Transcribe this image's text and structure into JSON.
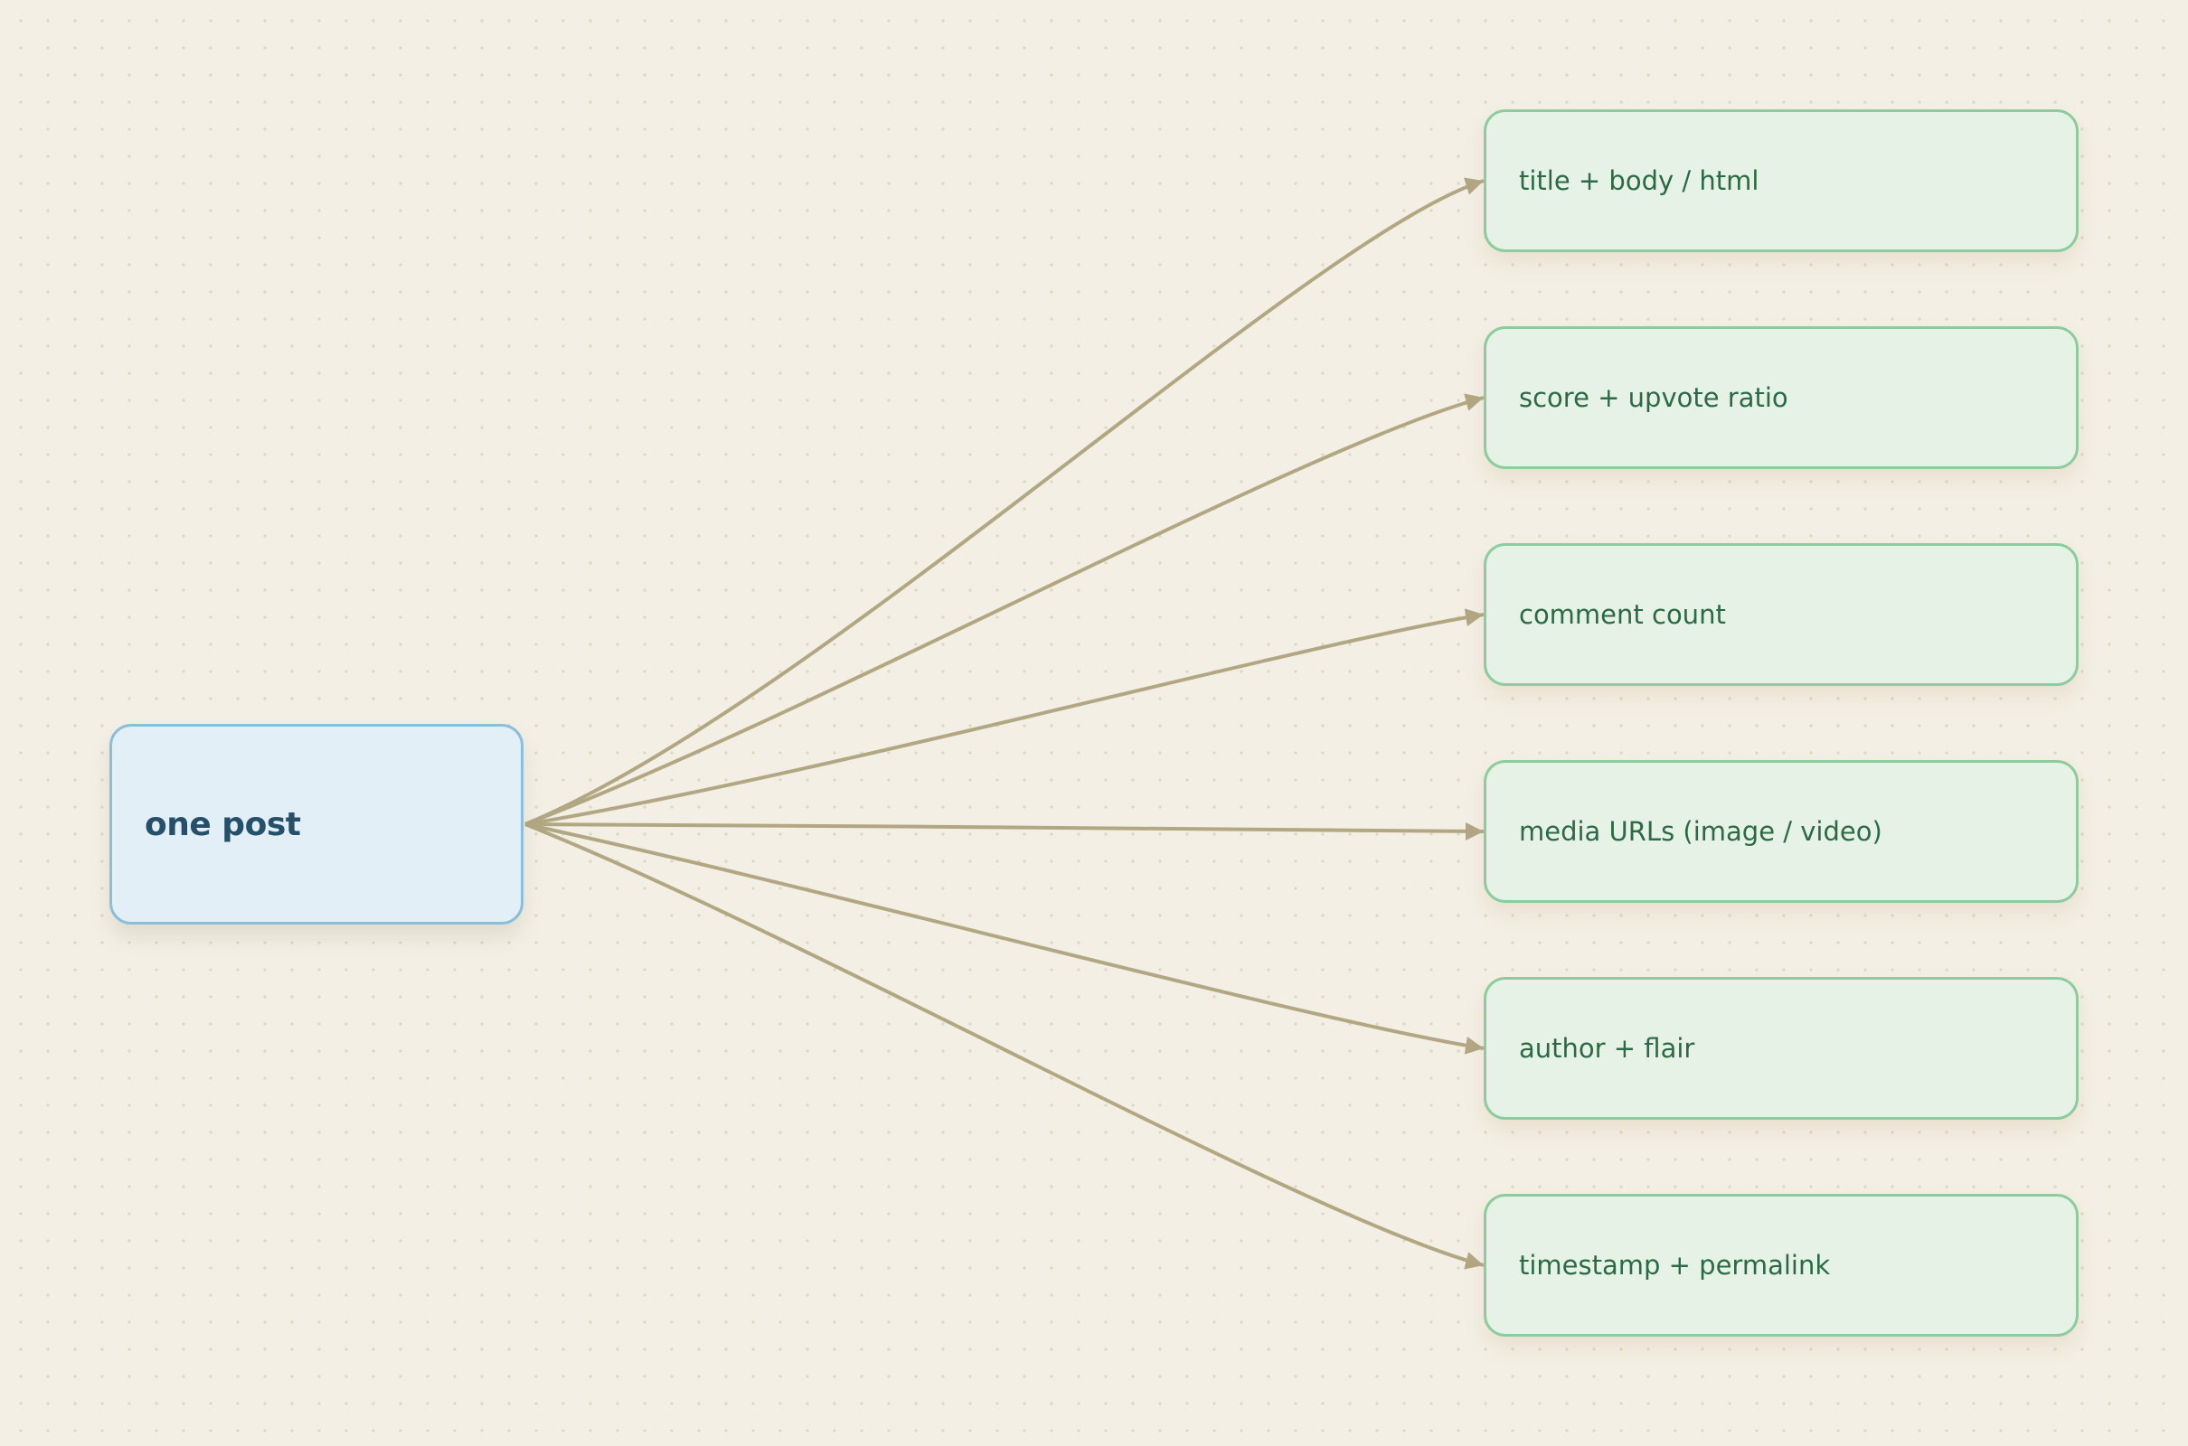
{
  "diagram": {
    "source": {
      "label": "one post"
    },
    "targets": [
      {
        "label": "title + body / html"
      },
      {
        "label": "score + upvote ratio"
      },
      {
        "label": "comment count"
      },
      {
        "label": "media URLs (image / video)"
      },
      {
        "label": "author + flair"
      },
      {
        "label": "timestamp + permalink"
      }
    ]
  },
  "colors": {
    "background": "#f3efe4",
    "edge": "#b2a783",
    "source_fill": "#e3eff6",
    "source_border": "#8bbedb",
    "source_text": "#26506a",
    "target_fill": "#e6f2e6",
    "target_border": "#8ccc9e",
    "target_text": "#2c6a45"
  }
}
